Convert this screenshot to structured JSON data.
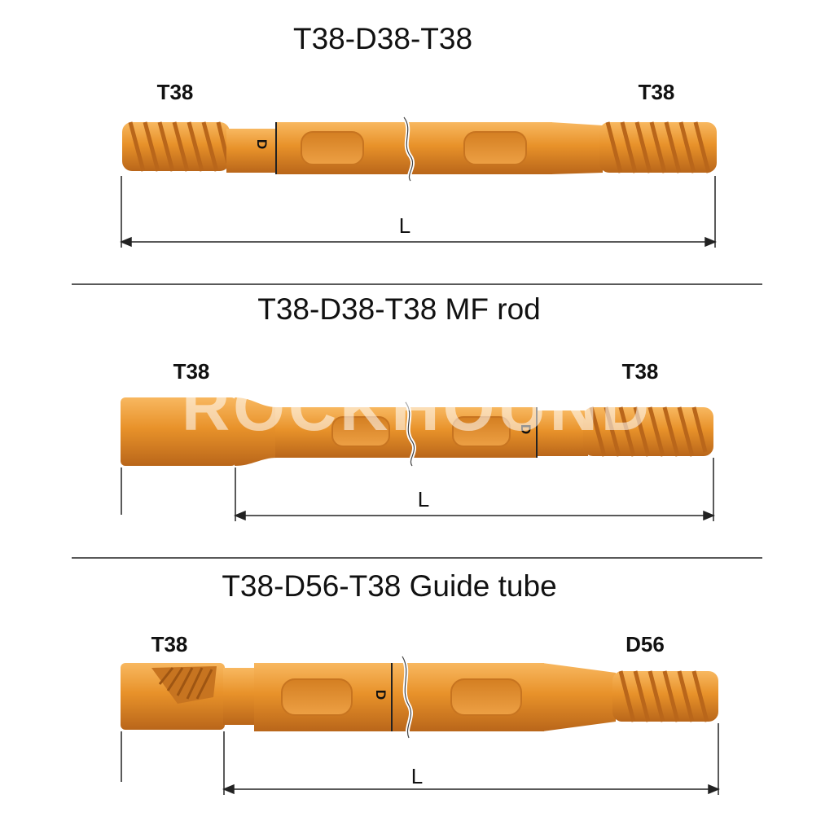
{
  "colors": {
    "rod_body": "#E8922A",
    "rod_light": "#F6B25A",
    "rod_dark": "#B9661A",
    "line": "#222222"
  },
  "watermark": "ROCKHOUND",
  "sections": [
    {
      "title": "T38-D38-T38",
      "left_end": "T38",
      "right_end": "T38",
      "diameter_label": "D",
      "length_label": "L"
    },
    {
      "title": "T38-D38-T38 MF rod",
      "left_end": "T38",
      "right_end": "T38",
      "diameter_label": "D",
      "length_label": "L"
    },
    {
      "title": "T38-D56-T38 Guide tube",
      "left_end": "T38",
      "right_end": "D56",
      "diameter_label": "D",
      "length_label": "L"
    }
  ]
}
